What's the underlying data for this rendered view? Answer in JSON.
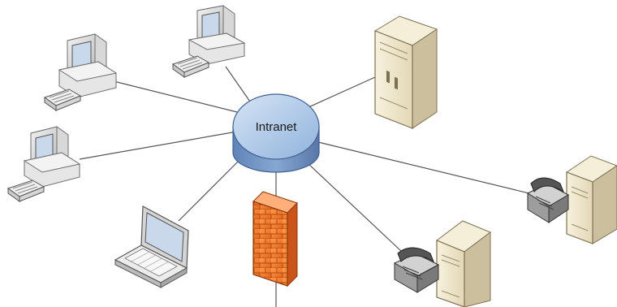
{
  "diagram": {
    "hub": {
      "label": "Intranet",
      "color": "#8fb3dc"
    },
    "nodes": [
      {
        "id": "desktop-1",
        "kind": "desktop-computer",
        "icon": "desktop-computer-icon"
      },
      {
        "id": "desktop-2",
        "kind": "desktop-computer",
        "icon": "desktop-computer-icon"
      },
      {
        "id": "desktop-3",
        "kind": "desktop-computer",
        "icon": "desktop-computer-icon"
      },
      {
        "id": "laptop",
        "kind": "laptop",
        "icon": "laptop-icon"
      },
      {
        "id": "firewall",
        "kind": "firewall",
        "icon": "firewall-icon"
      },
      {
        "id": "server-tower",
        "kind": "server",
        "icon": "server-icon"
      },
      {
        "id": "phone-server-1",
        "kind": "pbx-server-with-phone",
        "icon": "phone-icon"
      },
      {
        "id": "phone-server-2",
        "kind": "pbx-server-with-phone",
        "icon": "phone-icon"
      }
    ],
    "colors": {
      "link": "#555555",
      "beige": "#efe6cc",
      "beige_dark": "#cbbf9e",
      "firewall": "#f07a2c",
      "screen": "#c9d8ea"
    }
  }
}
